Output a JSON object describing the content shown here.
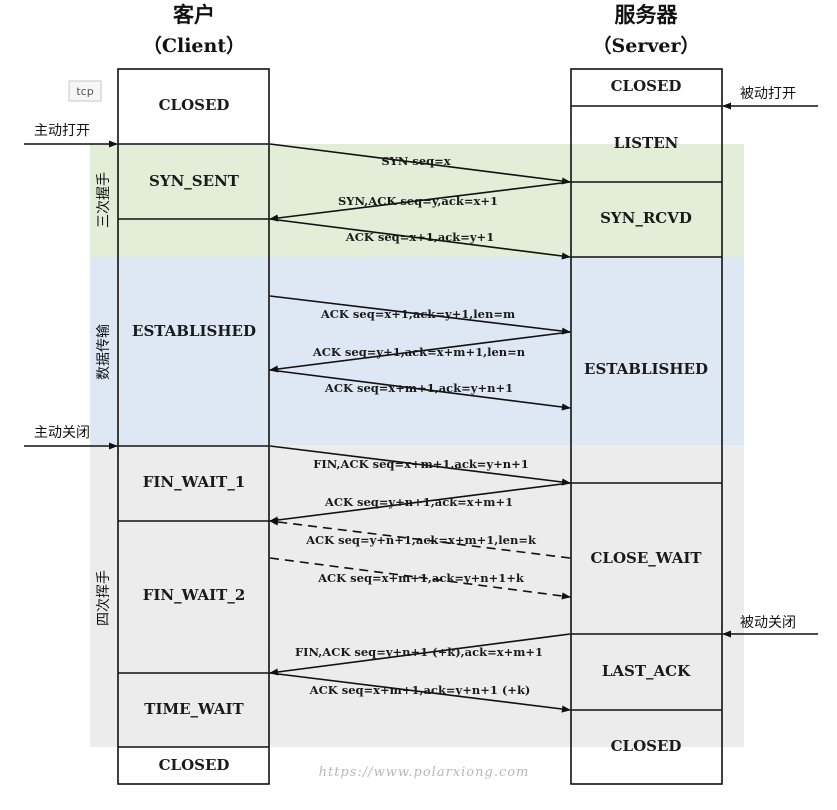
{
  "tag": "tcp",
  "client": {
    "title": "客户",
    "subtitle": "（Client）"
  },
  "server": {
    "title": "服务器",
    "subtitle": "（Server）"
  },
  "watermark": "https://www.polarxiong.com",
  "colors": {
    "handshake": "#e3eed8",
    "transfer": "#dde8f4",
    "teardown": "#ececec",
    "line": "#111111"
  },
  "phases": {
    "handshake": "三次握手",
    "transfer": "数据传输",
    "teardown": "四次挥手"
  },
  "side_labels": {
    "client_open": "主动打开",
    "client_close": "主动关闭",
    "server_open": "被动打开",
    "server_close": "被动关闭"
  },
  "client_states": [
    "CLOSED",
    "SYN_SENT",
    "ESTABLISHED",
    "FIN_WAIT_1",
    "FIN_WAIT_2",
    "TIME_WAIT",
    "CLOSED"
  ],
  "server_states": [
    "CLOSED",
    "LISTEN",
    "SYN_RCVD",
    "ESTABLISHED",
    "CLOSE_WAIT",
    "LAST_ACK",
    "CLOSED"
  ],
  "messages": [
    {
      "label": "SYN seq=x",
      "direction": "to-server",
      "style": "solid"
    },
    {
      "label": "SYN,ACK seq=y,ack=x+1",
      "direction": "to-client",
      "style": "solid"
    },
    {
      "label": "ACK seq=x+1,ack=y+1",
      "direction": "to-server",
      "style": "solid"
    },
    {
      "label": "ACK seq=x+1,ack=y+1,len=m",
      "direction": "to-server",
      "style": "solid"
    },
    {
      "label": "ACK seq=y+1,ack=x+m+1,len=n",
      "direction": "to-client",
      "style": "solid"
    },
    {
      "label": "ACK seq=x+m+1,ack=y+n+1",
      "direction": "to-server",
      "style": "solid"
    },
    {
      "label": "FIN,ACK seq=x+m+1,ack=y+n+1",
      "direction": "to-server",
      "style": "solid"
    },
    {
      "label": "ACK seq=y+n+1,ack=x+m+1",
      "direction": "to-client",
      "style": "solid"
    },
    {
      "label": "ACK seq=y+n+1,ack=x+m+1,len=k",
      "direction": "to-client",
      "style": "dashed"
    },
    {
      "label": "ACK seq=x+m+1,ack=y+n+1+k",
      "direction": "to-server",
      "style": "dashed"
    },
    {
      "label": "FIN,ACK seq=y+n+1 (+k),ack=x+m+1",
      "direction": "to-client",
      "style": "solid"
    },
    {
      "label": "ACK seq=x+m+1,ack=y+n+1 (+k)",
      "direction": "to-server",
      "style": "solid"
    }
  ]
}
